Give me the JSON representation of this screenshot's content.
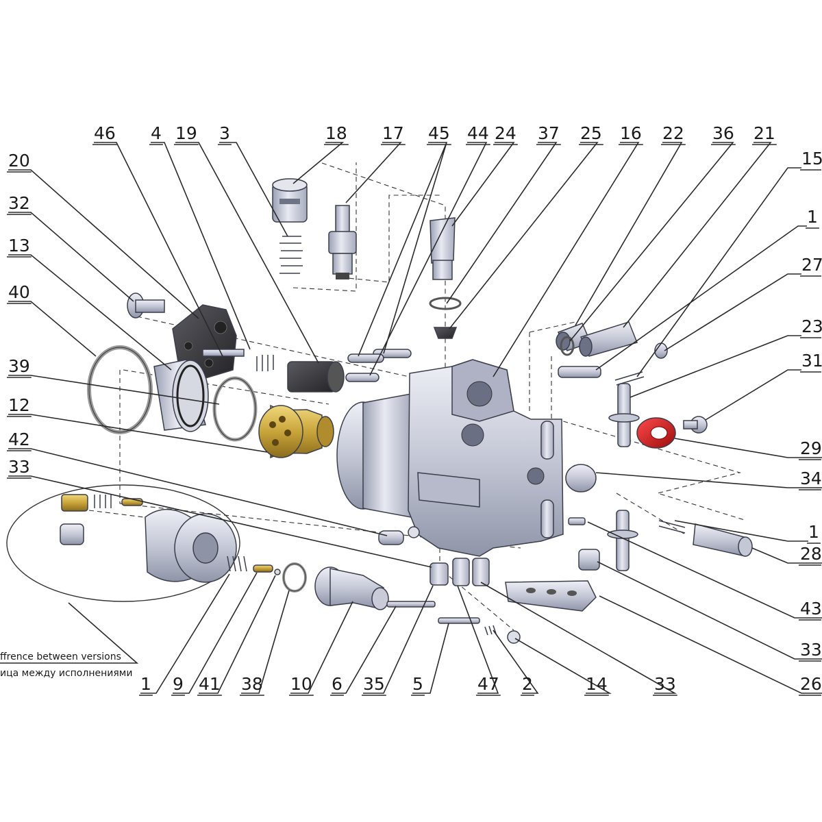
{
  "colors": {
    "metal": "#c9ccd8",
    "metal_dark": "#8e93a6",
    "metal_light": "#e6e8f0",
    "brass": "#c9a53a",
    "red_part": "#d81e1e",
    "dark_part": "#3a3a3e",
    "line": "#2a2a2a"
  },
  "note": {
    "line_en": "ffrence between versions",
    "line_ru": "ица между исполнениями"
  },
  "callouts": {
    "p46": "46",
    "p4": "4",
    "p19": "19",
    "p3": "3",
    "p18": "18",
    "p17": "17",
    "p45": "45",
    "p44": "44",
    "p24": "24",
    "p37": "37",
    "p25": "25",
    "p16": "16",
    "p22": "22",
    "p36": "36",
    "p21": "21",
    "p15": "15",
    "p1a": "1",
    "p27": "27",
    "p23": "23",
    "p31": "31",
    "p29": "29",
    "p34": "34",
    "p1b": "1",
    "p28": "28",
    "p43": "43",
    "p33a": "33",
    "p26": "26",
    "p20": "20",
    "p32": "32",
    "p13": "13",
    "p40": "40",
    "p39": "39",
    "p12": "12",
    "p42": "42",
    "p33b": "33",
    "p1c": "1",
    "p9": "9",
    "p41": "41",
    "p38": "38",
    "p10": "10",
    "p6": "6",
    "p35": "35",
    "p5": "5",
    "p47": "47",
    "p2": "2",
    "p14": "14",
    "p33c": "33"
  }
}
